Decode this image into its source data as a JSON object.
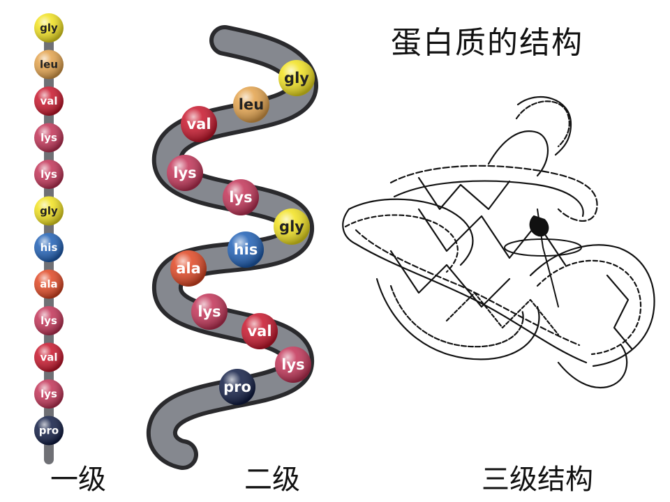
{
  "title": "蛋白质的结构",
  "captions": {
    "primary": "一级",
    "secondary": "二级",
    "tertiary": "三级结构"
  },
  "colors": {
    "gly": "#f2e21f",
    "leu": "#e3a24b",
    "val": "#c8152b",
    "lys": "#c23256",
    "his": "#1e5fb5",
    "ala": "#e04622",
    "pro": "#101c44",
    "chain": "#6f7075",
    "helix_front": "#85888f",
    "helix_back": "#2a2a2d"
  },
  "primary_chain": [
    "gly",
    "leu",
    "val",
    "lys",
    "lys",
    "gly",
    "his",
    "ala",
    "lys",
    "val",
    "lys",
    "pro"
  ],
  "helix_chain": [
    "gly",
    "leu",
    "val",
    "lys",
    "lys",
    "gly",
    "his",
    "ala",
    "lys",
    "val",
    "lys",
    "pro"
  ]
}
